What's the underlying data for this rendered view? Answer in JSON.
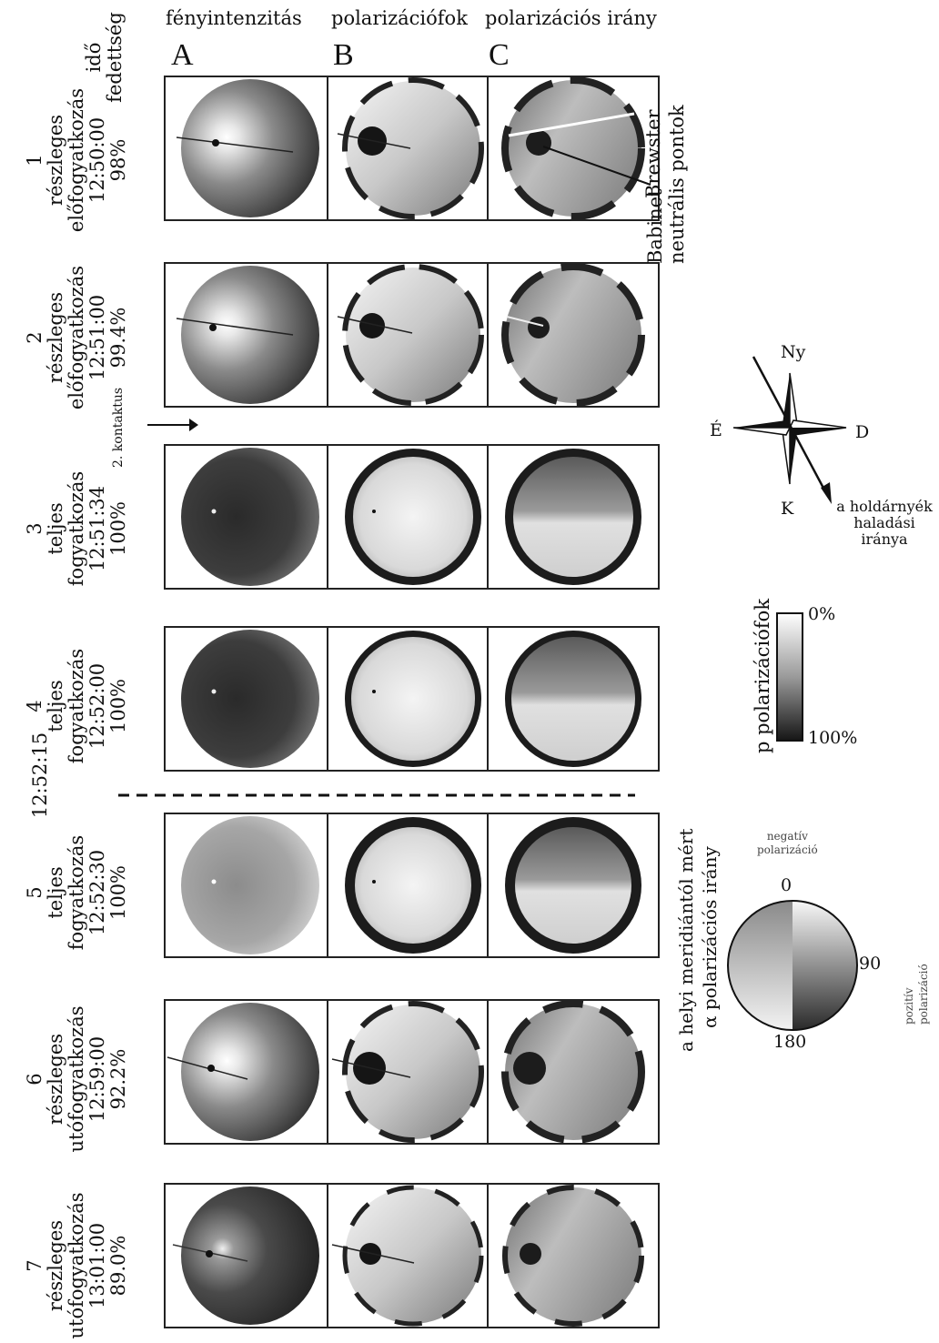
{
  "figure": {
    "columns": [
      {
        "heading": "fényintenzitás",
        "letter": "A"
      },
      {
        "heading": "polarizációfok",
        "letter": "B"
      },
      {
        "heading": "polarizációs irány",
        "letter": "C"
      }
    ],
    "time_header": "idő",
    "coverage_header": "fedettség",
    "rows": [
      {
        "number": "1",
        "phase_a": "részleges",
        "phase_b": "előfogyatkozás",
        "time": "12:50:00",
        "coverage": "98%"
      },
      {
        "number": "2",
        "phase_a": "részleges",
        "phase_b": "előfogyatkozás",
        "time": "12:51:00",
        "coverage": "99.4%"
      },
      {
        "number": "3",
        "phase_a": "teljes",
        "phase_b": "fogyatkozás",
        "time": "12:51:34",
        "coverage": "100%"
      },
      {
        "number": "4",
        "phase_a": "teljes",
        "phase_b": "fogyatkozás",
        "time": "12:52:00",
        "coverage": "100%"
      },
      {
        "number": "5",
        "phase_a": "teljes",
        "phase_b": "fogyatkozás",
        "time": "12:52:30",
        "coverage": "100%"
      },
      {
        "number": "6",
        "phase_a": "részleges",
        "phase_b": "utófogyatkozás",
        "time": "12:59:00",
        "coverage": "92.2%"
      },
      {
        "number": "7",
        "phase_a": "részleges",
        "phase_b": "utófogyatkozás",
        "time": "13:01:00",
        "coverage": "89.0%"
      }
    ],
    "contact_label": "2. kontaktus",
    "divider_time": "12:52:15",
    "annotations": {
      "brewster": "Brewster",
      "babinet": "Babinet",
      "neutral_points": "neutrális pontok"
    },
    "compass": {
      "north": "Ny",
      "west": "É",
      "east": "D",
      "south": "K",
      "shadow_line1": "a holdárnyék",
      "shadow_line2": "haladási iránya"
    },
    "degree_legend": {
      "label": "p polarizációfok",
      "min": "0%",
      "max": "100%"
    },
    "angle_legend": {
      "title1": "a helyi meridiántól mért",
      "title2": "α polarizációs irány",
      "top": "0",
      "right": "90",
      "bottom": "180",
      "negative_line1": "negatív",
      "negative_line2": "polarizáció",
      "positive_line1": "pozitív",
      "positive_line2": "polarizáció"
    }
  }
}
